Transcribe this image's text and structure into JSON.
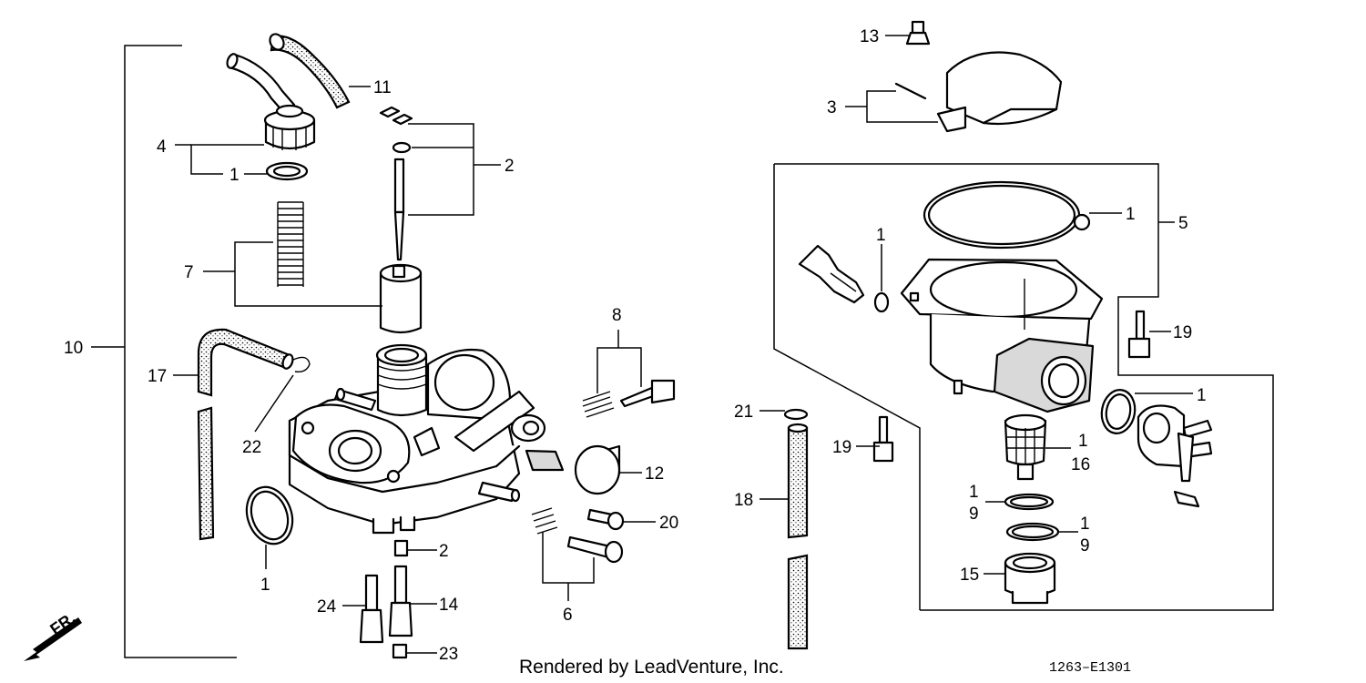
{
  "diagram": {
    "footer": {
      "credit": "Rendered by LeadVenture, Inc.",
      "code": "1263–E1301"
    },
    "direction_label": "FR.",
    "callouts": {
      "c1_a": "1",
      "c1_b": "1",
      "c1_c": "1",
      "c1_d": "1",
      "c1_e": "1",
      "c1_f": "1",
      "c1_g": "1",
      "c1_h": "1",
      "c2_a": "2",
      "c2_b": "2",
      "c3": "3",
      "c4": "4",
      "c5": "5",
      "c6": "6",
      "c7": "7",
      "c8": "8",
      "c9_a": "9",
      "c9_b": "9",
      "c10": "10",
      "c11": "11",
      "c12": "12",
      "c13": "13",
      "c14": "14",
      "c15": "15",
      "c16": "16",
      "c17": "17",
      "c18": "18",
      "c19_a": "19",
      "c19_b": "19",
      "c20": "20",
      "c21": "21",
      "c22": "22",
      "c23": "23",
      "c24": "24"
    },
    "icons": [
      "front-direction-arrow-icon"
    ]
  }
}
